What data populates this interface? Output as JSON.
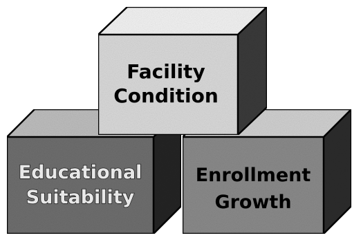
{
  "blocks": {
    "top": {
      "line1": "Facility",
      "line2": "Condition"
    },
    "left": {
      "line1": "Educational",
      "line2": "Suitability"
    },
    "right": {
      "line1": "Enrollment",
      "line2": "Growth"
    }
  },
  "colors": {
    "outline": "#000000",
    "top_front": "#d9d9d9",
    "top_top": "#f2f2f2",
    "top_side": "#3a3a3a",
    "left_front": "#6e6e6e",
    "left_top": "#bdbdbd",
    "left_side": "#252525",
    "right_front": "#8a8a8a",
    "right_top": "#d0d0d0",
    "right_side": "#2c2c2c",
    "label_dark": "#000000",
    "label_light": "#e8e8e8"
  }
}
